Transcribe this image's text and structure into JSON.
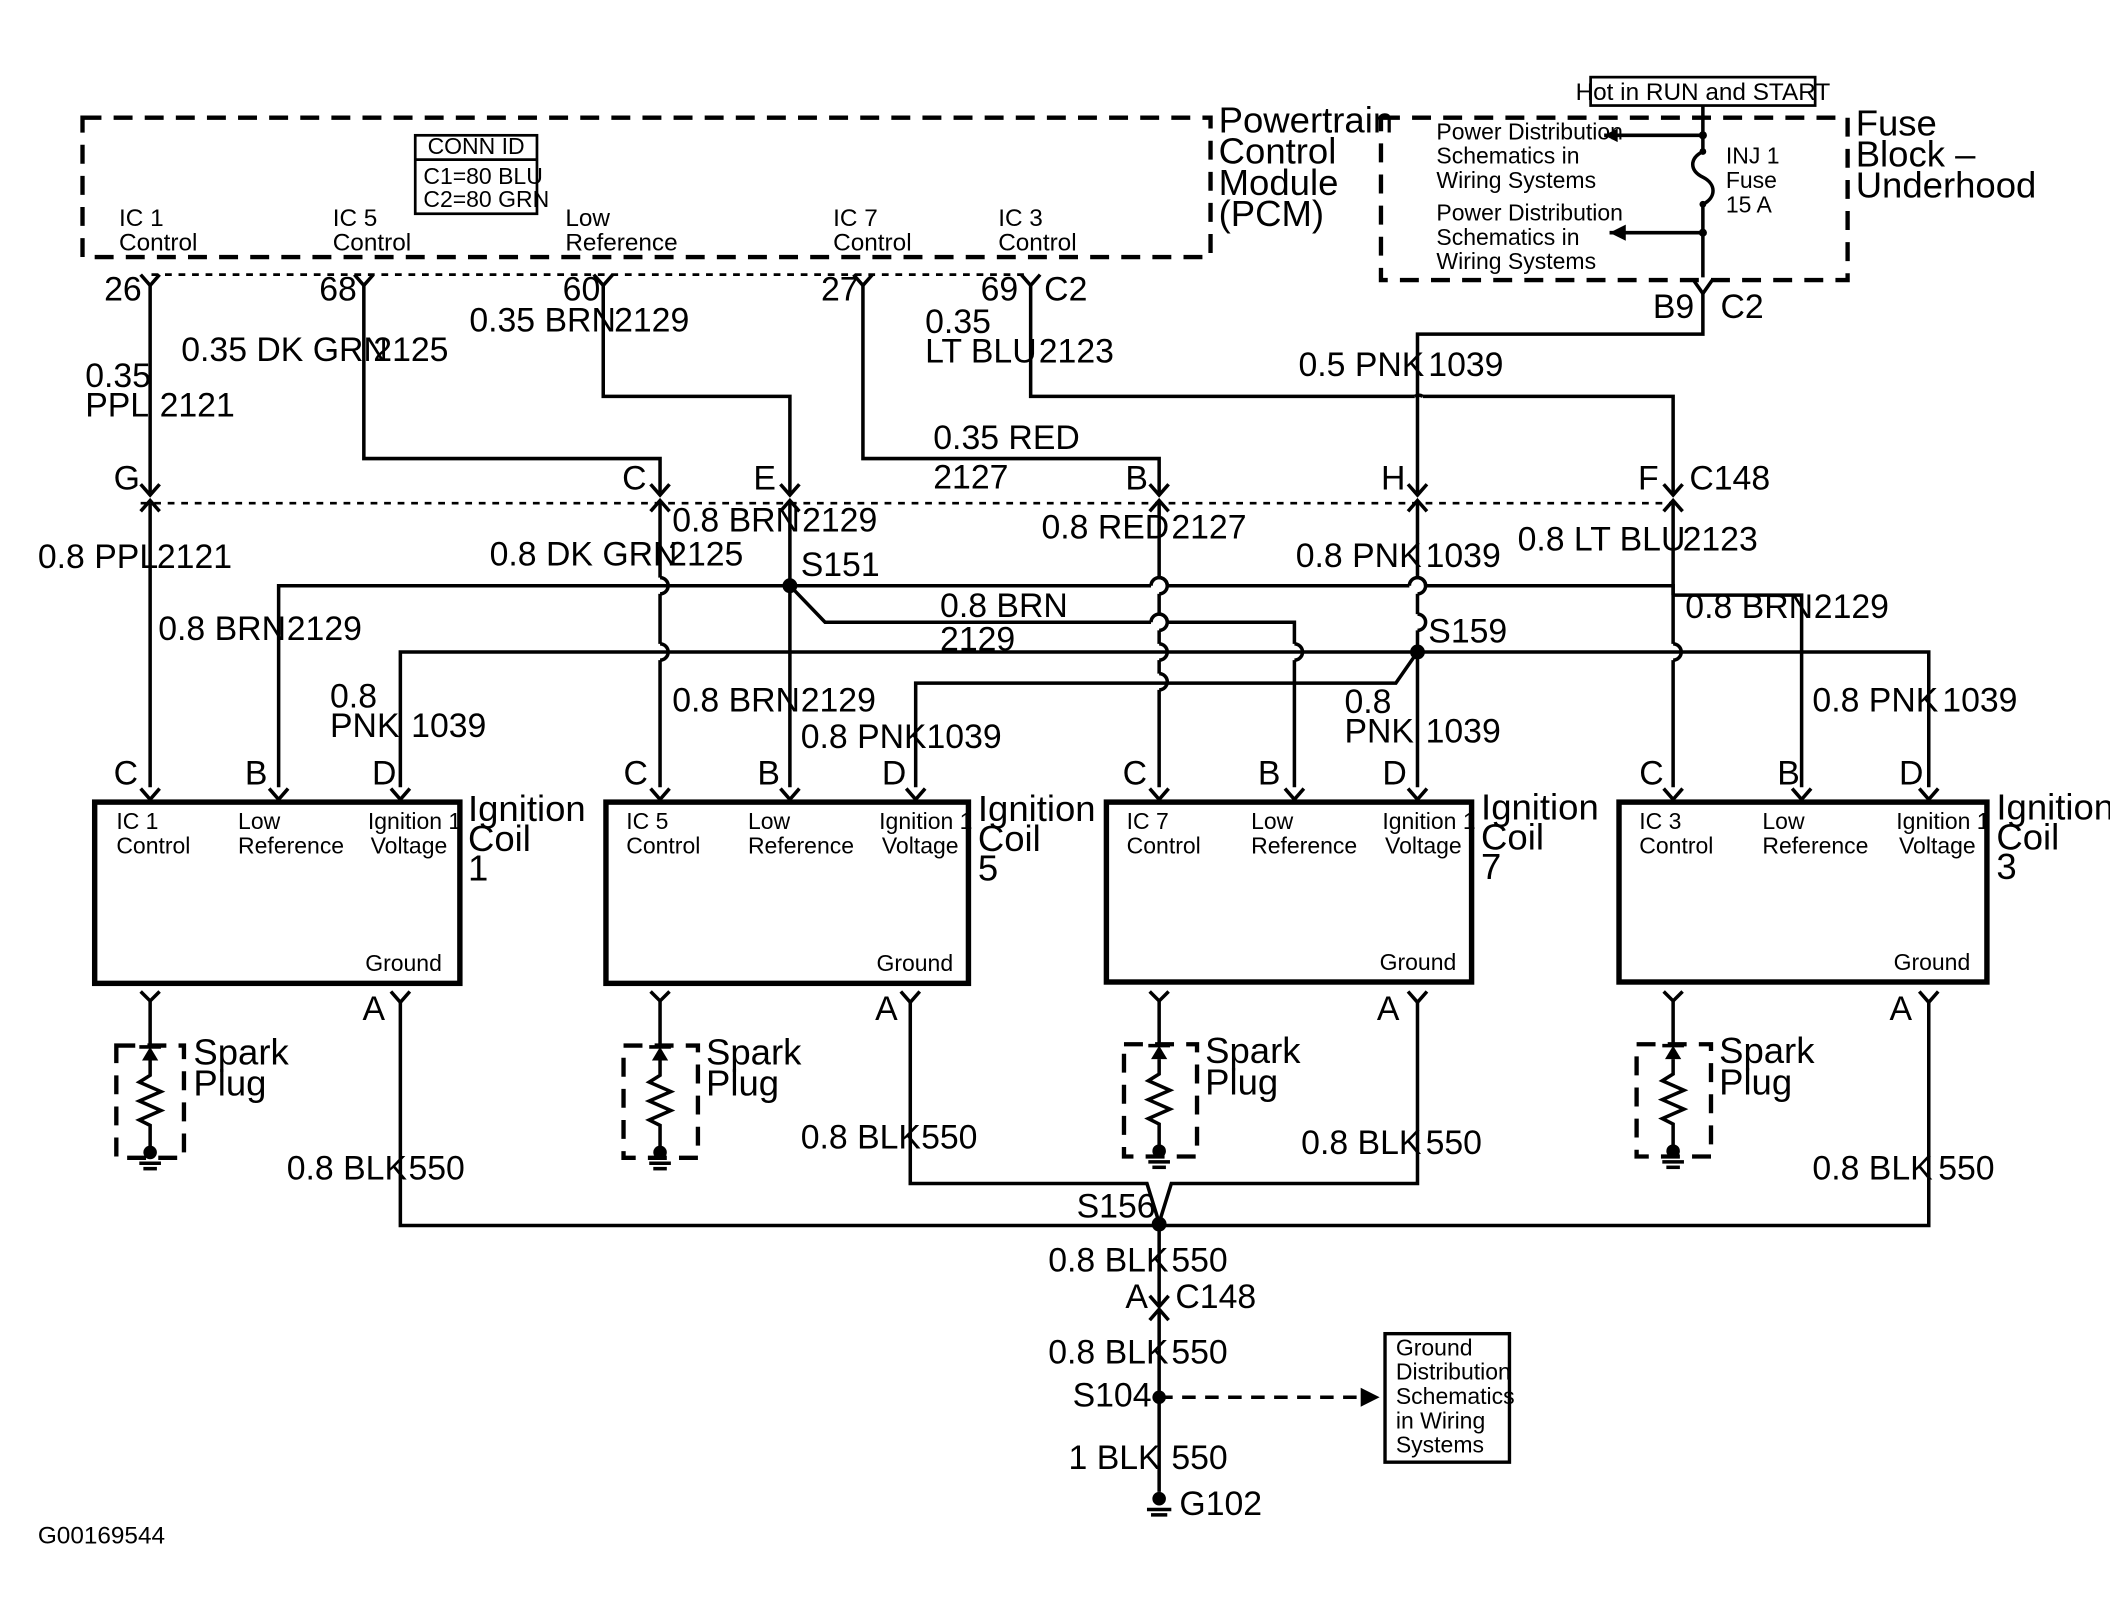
{
  "pcm": {
    "title_lines": [
      "Powertrain",
      "Control",
      "Module",
      "(PCM)"
    ],
    "conn_id": {
      "title": "CONN ID",
      "lines": [
        "C1=80 BLU",
        "C2=80 GRN"
      ]
    },
    "pins": [
      {
        "name_lines": [
          "IC 1",
          "Control"
        ],
        "pin": "26"
      },
      {
        "name_lines": [
          "IC 5",
          "Control"
        ],
        "pin": "68"
      },
      {
        "name_lines": [
          "Low",
          "Reference"
        ],
        "pin": "60"
      },
      {
        "name_lines": [
          "IC 7",
          "Control"
        ],
        "pin": "27"
      },
      {
        "name_lines": [
          "IC 3",
          "Control"
        ],
        "pin": "69"
      }
    ],
    "connector": "C2"
  },
  "fuse_block": {
    "title_lines": [
      "Fuse",
      "Block –",
      "Underhood"
    ],
    "hot_label": "Hot in RUN and START",
    "refs": [
      [
        "Power Distribution",
        "Schematics in",
        "Wiring Systems"
      ],
      [
        "Power Distribution",
        "Schematics in",
        "Wiring Systems"
      ]
    ],
    "fuse_lines": [
      "INJ 1",
      "Fuse",
      "15 A"
    ],
    "pin": "B9",
    "connector": "C2"
  },
  "upper_wires": [
    {
      "size": "0.35",
      "color": "PPL",
      "circuit": "2121"
    },
    {
      "size": "0.35 DK GRN",
      "circuit": "2125"
    },
    {
      "size": "0.35 BRN",
      "circuit": "2129"
    },
    {
      "size": "0.35 RED",
      "circuit": "2127"
    },
    {
      "size": "0.35",
      "color": "LT BLU",
      "circuit": "2123"
    },
    {
      "size": "0.5 PNK",
      "circuit": "1039"
    }
  ],
  "c148_top": {
    "connector": "C148",
    "pins": [
      "G",
      "C",
      "E",
      "B",
      "H",
      "F"
    ]
  },
  "lower_wires": [
    {
      "label": "0.8 PPL",
      "circuit": "2121"
    },
    {
      "label": "0.8 DK GRN",
      "circuit": "2125"
    },
    {
      "label": "0.8 BRN",
      "circuit": "2129"
    },
    {
      "label": "0.8 RED",
      "circuit": "2127"
    },
    {
      "label": "0.8 PNK",
      "circuit": "1039"
    },
    {
      "label": "0.8 LT BLU",
      "circuit": "2123"
    }
  ],
  "splices": {
    "s151": "S151",
    "s159": "S159",
    "s156": "S156",
    "s104": "S104"
  },
  "branches": {
    "brn_coil1": {
      "label": "0.8 BRN",
      "circuit": "2129"
    },
    "pnk_coil1": {
      "size": "0.8",
      "color": "PNK",
      "circuit": "1039"
    },
    "brn_coil5": {
      "label": "0.8 BRN",
      "circuit": "2129"
    },
    "pnk_coil5": {
      "label": "0.8 PNK",
      "circuit": "1039"
    },
    "brn_mid": {
      "label": "0.8 BRN",
      "circuit": "2129"
    },
    "pnk_coil7": {
      "size": "0.8",
      "color": "PNK",
      "circuit": "1039"
    },
    "brn_coil3": {
      "label": "0.8 BRN",
      "circuit": "2129"
    },
    "pnk_coil3": {
      "label": "0.8 PNK",
      "circuit": "1039"
    }
  },
  "coils": [
    {
      "title_lines": [
        "Ignition",
        "Coil",
        "1"
      ],
      "pins": [
        "C",
        "B",
        "D"
      ],
      "terms": [
        [
          "IC 1",
          "Control"
        ],
        [
          "Low",
          "Reference"
        ],
        [
          "Ignition 1",
          "Voltage"
        ]
      ],
      "ground": "Ground",
      "ground_pin": "A"
    },
    {
      "title_lines": [
        "Ignition",
        "Coil",
        "5"
      ],
      "pins": [
        "C",
        "B",
        "D"
      ],
      "terms": [
        [
          "IC 5",
          "Control"
        ],
        [
          "Low",
          "Reference"
        ],
        [
          "Ignition 1",
          "Voltage"
        ]
      ],
      "ground": "Ground",
      "ground_pin": "A"
    },
    {
      "title_lines": [
        "Ignition",
        "Coil",
        "7"
      ],
      "pins": [
        "C",
        "B",
        "D"
      ],
      "terms": [
        [
          "IC 7",
          "Control"
        ],
        [
          "Low",
          "Reference"
        ],
        [
          "Ignition 1",
          "Voltage"
        ]
      ],
      "ground": "Ground",
      "ground_pin": "A"
    },
    {
      "title_lines": [
        "Ignition",
        "Coil",
        "3"
      ],
      "pins": [
        "C",
        "B",
        "D"
      ],
      "terms": [
        [
          "IC 3",
          "Control"
        ],
        [
          "Low",
          "Reference"
        ],
        [
          "Ignition 1",
          "Voltage"
        ]
      ],
      "ground": "Ground",
      "ground_pin": "A"
    }
  ],
  "spark_plug_lines": [
    "Spark",
    "Plug"
  ],
  "ground_wires": [
    {
      "label": "0.8 BLK",
      "circuit": "550"
    },
    {
      "label": "0.8 BLK",
      "circuit": "550"
    },
    {
      "label": "0.8 BLK",
      "circuit": "550"
    },
    {
      "label": "0.8 BLK",
      "circuit": "550"
    },
    {
      "label": "0.8 BLK",
      "circuit": "550"
    },
    {
      "label": "0.8 BLK",
      "circuit": "550"
    },
    {
      "label": "1 BLK",
      "circuit": "550"
    }
  ],
  "c148_bottom": {
    "pin": "A",
    "connector": "C148"
  },
  "ground_ref": [
    "Ground",
    "Distribution",
    "Schematics",
    "in Wiring",
    "Systems"
  ],
  "ground_point": "G102",
  "figure_id": "G00169544"
}
